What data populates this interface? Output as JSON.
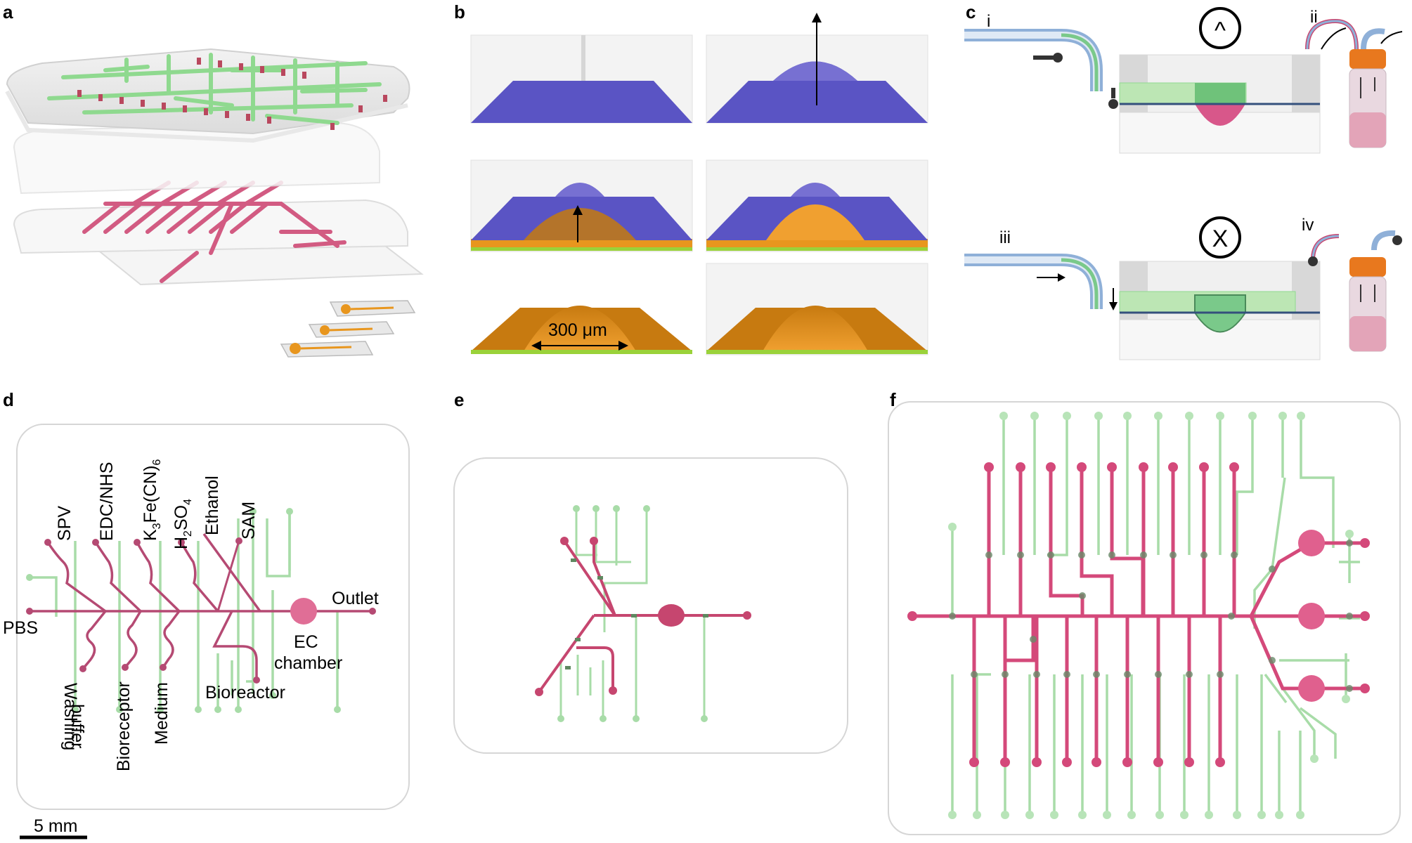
{
  "panels": {
    "a": "a",
    "b": "b",
    "c": "c",
    "d": "d",
    "e": "e",
    "f": "f"
  },
  "panel_b": {
    "dimension": "300 μm"
  },
  "panel_c": {
    "step_i": "i",
    "step_ii": "ii",
    "step_iii": "iii",
    "step_iv": "iv",
    "symbol_open": "^",
    "symbol_closed": "X"
  },
  "panel_d": {
    "inlets_top": [
      "SPV",
      "EDC/NHS",
      "K",
      "Fe(CN)",
      "H",
      "SO",
      "Ethanol",
      "SAM"
    ],
    "subscripts": {
      "k3": "3",
      "cn6": "6",
      "h2": "2",
      "so4": "4"
    },
    "pbs": "PBS",
    "outlet": "Outlet",
    "ec_chamber_1": "EC",
    "ec_chamber_2": "chamber",
    "washing_1": "Washing",
    "washing_2": "buffer",
    "bioreceptor": "Bioreceptor",
    "medium": "Medium",
    "bioreactor": "Bioreactor",
    "scale": "5 mm"
  },
  "colors": {
    "pink": "#c8466f",
    "green": "#a8dca8",
    "blue": "#5a54c4",
    "orange": "#e8961e"
  }
}
